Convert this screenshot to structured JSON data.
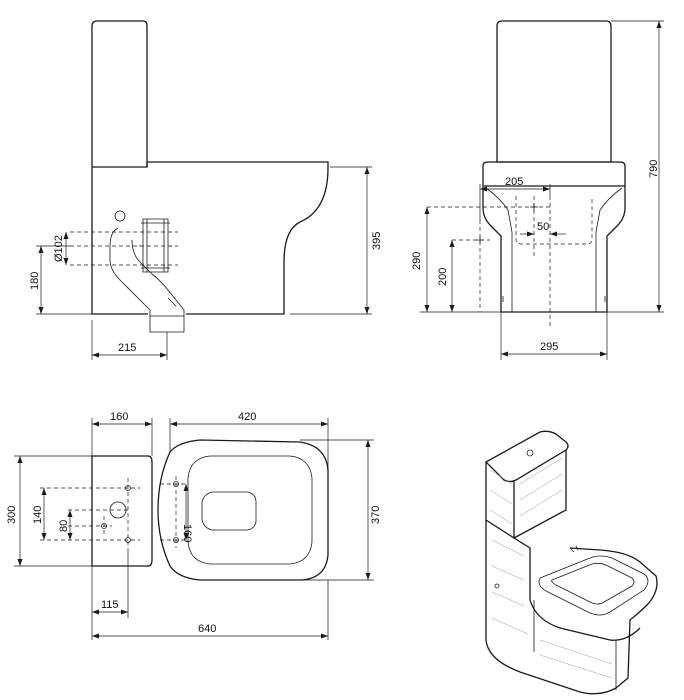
{
  "side_view": {
    "d_width": "215",
    "d_height": "395",
    "d_outlet_height": "180",
    "d_pipe_diameter": "Ø102"
  },
  "front_view": {
    "d_total_height": "790",
    "d_fixing_spacing": "205",
    "d_offset": "50",
    "d_fixing_height_1": "290",
    "d_fixing_height_2": "200",
    "d_width": "295"
  },
  "plan_view": {
    "d_cistern_depth": "160",
    "d_pan_length": "420",
    "d_cistern_width": "300",
    "d_hole_spacing_1": "140",
    "d_hole_spacing_2": "80",
    "d_seat_holes": "160",
    "d_pan_width": "370",
    "d_inlet_offset": "115",
    "d_total_length": "640"
  }
}
